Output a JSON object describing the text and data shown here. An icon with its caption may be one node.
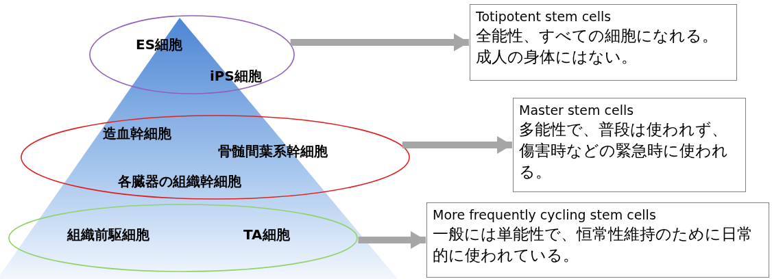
{
  "diagram": {
    "nodes": [
      {
        "text": [
          "ES細胞",
          "iPS細胞"
        ]
      },
      {
        "text": [
          "Totipotent stem cells",
          "全能性、すべての細胞になれる。成人の身体にはない。"
        ]
      },
      {
        "text": [
          "造血幹細胞",
          "骨髄間葉系幹細胞",
          "各臓器の組織幹細胞"
        ]
      },
      {
        "text": [
          "Master stem cells",
          "多能性で、普段は使われず、傷害時などの緊急時に使われる。"
        ]
      },
      {
        "text": [
          "組織前駆細胞",
          "TA細胞"
        ]
      },
      {
        "text": [
          "More frequently cycling stem cells",
          "一般には単能性で、恒常性維持のために日常的に使われている。"
        ]
      }
    ],
    "edges": [
      {
        "from": 0,
        "to": 1,
        "arrow": "to"
      },
      {
        "from": 2,
        "to": 3,
        "arrow": "to"
      },
      {
        "from": 4,
        "to": 5,
        "arrow": "to"
      }
    ]
  }
}
